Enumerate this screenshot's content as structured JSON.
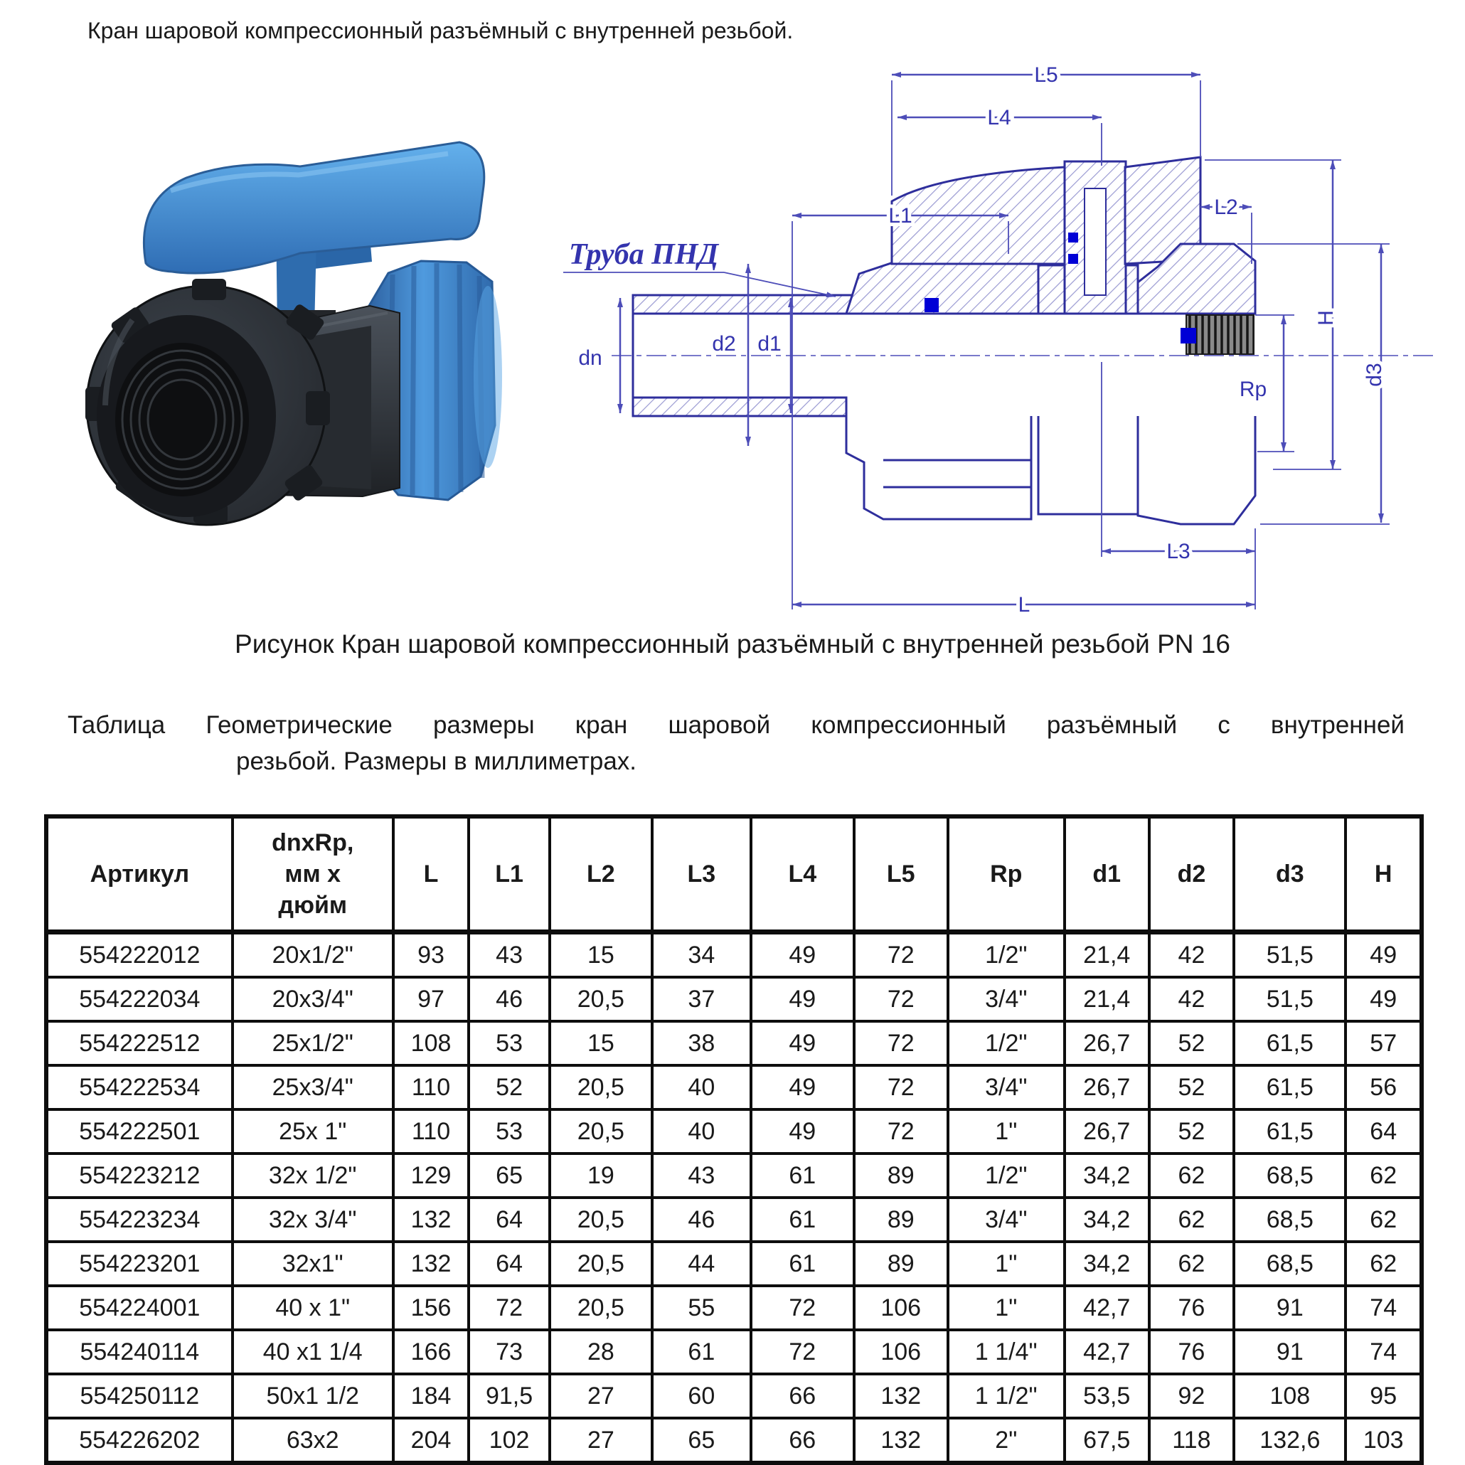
{
  "page": {
    "title": "Кран шаровой компрессионный разъёмный с внутренней резьбой."
  },
  "figure": {
    "caption": "Рисунок Кран шаровой компрессионный разъёмный с внутренней резьбой PN 16",
    "pipe_label": "Труба ПНД",
    "dims": {
      "L5": "L5",
      "L4": "L4",
      "L1": "L1",
      "L2": "L2",
      "H": "H",
      "Rp": "Rp",
      "d3": "d3",
      "dn": "dn",
      "d2": "d2",
      "d1": "d1",
      "L3": "L3",
      "L": "L"
    },
    "colors": {
      "outline": "#2e2e9c",
      "dimension": "#4d4db8",
      "label": "#3434ae",
      "seal": "#0000d6"
    }
  },
  "photo": {
    "description": "compression ball valve with blue handle, black female-thread nut and blue compression nut",
    "colors": {
      "handle_blue": "#4796dc",
      "nut_blue": "#3e86cf",
      "body_dark": "#2b2f35"
    }
  },
  "table": {
    "caption_line1": "Таблица Геометрические размеры кран шаровой компрессионный разъёмный с внутренней",
    "caption_line2": "резьбой. Размеры в миллиметрах.",
    "columns": [
      "Артикул",
      "dnxRp,\nмм х\nдюйм",
      "L",
      "L1",
      "L2",
      "L3",
      "L4",
      "L5",
      "Rp",
      "d1",
      "d2",
      "d3",
      "H"
    ],
    "rows": [
      [
        "554222012",
        "20x1/2\"",
        "93",
        "43",
        "15",
        "34",
        "49",
        "72",
        "1/2\"",
        "21,4",
        "42",
        "51,5",
        "49"
      ],
      [
        "554222034",
        "20x3/4\"",
        "97",
        "46",
        "20,5",
        "37",
        "49",
        "72",
        "3/4\"",
        "21,4",
        "42",
        "51,5",
        "49"
      ],
      [
        "554222512",
        "25x1/2\"",
        "108",
        "53",
        "15",
        "38",
        "49",
        "72",
        "1/2\"",
        "26,7",
        "52",
        "61,5",
        "57"
      ],
      [
        "554222534",
        "25x3/4\"",
        "110",
        "52",
        "20,5",
        "40",
        "49",
        "72",
        "3/4\"",
        "26,7",
        "52",
        "61,5",
        "56"
      ],
      [
        "554222501",
        "25x 1\"",
        "110",
        "53",
        "20,5",
        "40",
        "49",
        "72",
        "1\"",
        "26,7",
        "52",
        "61,5",
        "64"
      ],
      [
        "554223212",
        "32x 1/2\"",
        "129",
        "65",
        "19",
        "43",
        "61",
        "89",
        "1/2\"",
        "34,2",
        "62",
        "68,5",
        "62"
      ],
      [
        "554223234",
        "32x 3/4\"",
        "132",
        "64",
        "20,5",
        "46",
        "61",
        "89",
        "3/4\"",
        "34,2",
        "62",
        "68,5",
        "62"
      ],
      [
        "554223201",
        "32x1\"",
        "132",
        "64",
        "20,5",
        "44",
        "61",
        "89",
        "1\"",
        "34,2",
        "62",
        "68,5",
        "62"
      ],
      [
        "554224001",
        "40 x 1\"",
        "156",
        "72",
        "20,5",
        "55",
        "72",
        "106",
        "1\"",
        "42,7",
        "76",
        "91",
        "74"
      ],
      [
        "554240114",
        "40 x1 1/4",
        "166",
        "73",
        "28",
        "61",
        "72",
        "106",
        "1 1/4\"",
        "42,7",
        "76",
        "91",
        "74"
      ],
      [
        "554250112",
        "50x1 1/2",
        "184",
        "91,5",
        "27",
        "60",
        "66",
        "132",
        "1 1/2\"",
        "53,5",
        "92",
        "108",
        "95"
      ],
      [
        "554226202",
        "63x2",
        "204",
        "102",
        "27",
        "65",
        "66",
        "132",
        "2\"",
        "67,5",
        "118",
        "132,6",
        "103"
      ]
    ]
  }
}
